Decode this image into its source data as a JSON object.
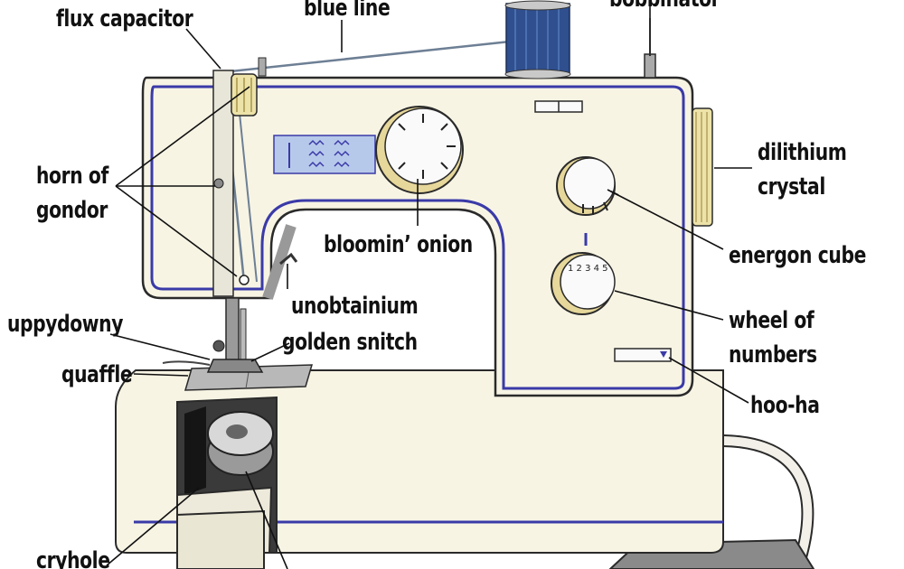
{
  "colors": {
    "body": "#f7f4e4",
    "outline": "#2a2a2a",
    "accent": "#3a3aa8",
    "knob": "#fafafa",
    "knob_ridge": "#e6d79a",
    "thread": "#2f4f8f",
    "leader": "#111111"
  },
  "labels": {
    "flux_capacitor": "flux capacitor",
    "blue_line": "blue line",
    "bobbinator": "bobbinator",
    "horn_of_gondor_1": "horn of",
    "horn_of_gondor_2": "gondor",
    "dilithium_crystal_1": "dilithium",
    "dilithium_crystal_2": "crystal",
    "bloomin_onion": "bloomin’ onion",
    "energon_cube": "energon cube",
    "unobtainium": "unobtainium",
    "uppydowny": "uppydowny",
    "golden_snitch": "golden snitch",
    "wheel_of_numbers_1": "wheel of",
    "wheel_of_numbers_2": "numbers",
    "quaffle": "quaffle",
    "hoo_ha": "hoo-ha",
    "cryhole": "cryhole"
  },
  "dial_numbers": "1 2 3 4 5"
}
